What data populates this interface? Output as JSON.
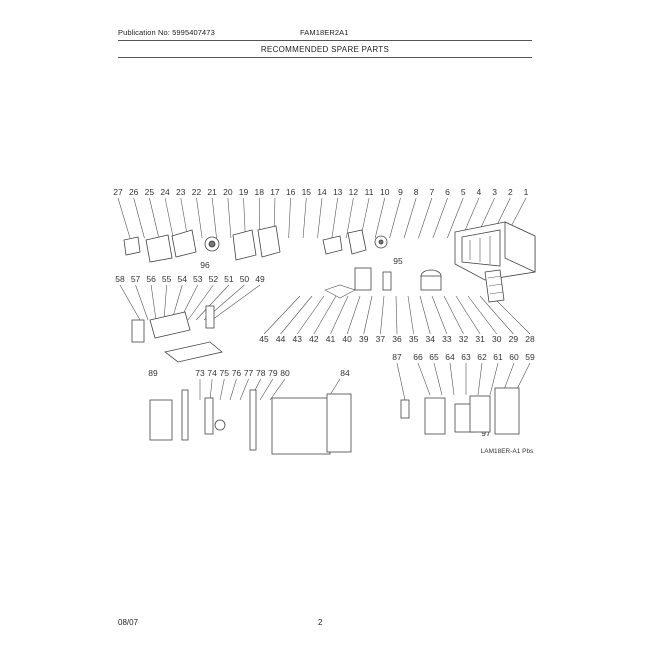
{
  "header": {
    "publication": "Publication No: 5995407473",
    "model": "FAM18ER2A1",
    "section_title": "RECOMMENDED SPARE PARTS"
  },
  "diagram": {
    "top_row_callouts": [
      "27",
      "26",
      "25",
      "24",
      "23",
      "22",
      "21",
      "20",
      "19",
      "18",
      "17",
      "16",
      "15",
      "14",
      "13",
      "12",
      "11",
      "10",
      "9",
      "8",
      "7",
      "6",
      "5",
      "4",
      "3",
      "2",
      "1"
    ],
    "middle_left_callouts": [
      "58",
      "57",
      "56",
      "55",
      "54",
      "53",
      "52",
      "51",
      "50",
      "49"
    ],
    "middle_bottom_callouts": [
      "45",
      "44",
      "43",
      "42",
      "41",
      "40",
      "39",
      "37",
      "36",
      "35",
      "34",
      "33",
      "32",
      "31",
      "30",
      "29",
      "28"
    ],
    "callout_95": "95",
    "callout_96": "96",
    "callout_89": "89",
    "bottom_left_callouts": [
      "73",
      "74",
      "75",
      "76",
      "77",
      "78",
      "79",
      "80"
    ],
    "callout_84": "84",
    "callout_87": "87",
    "bottom_right_callouts": [
      "66",
      "65",
      "64",
      "63",
      "62",
      "61",
      "60",
      "59"
    ],
    "callout_97": "97",
    "illustration_code": "LAM18ER-A1 Pbs"
  },
  "footer": {
    "date": "08/07",
    "page": "2"
  }
}
